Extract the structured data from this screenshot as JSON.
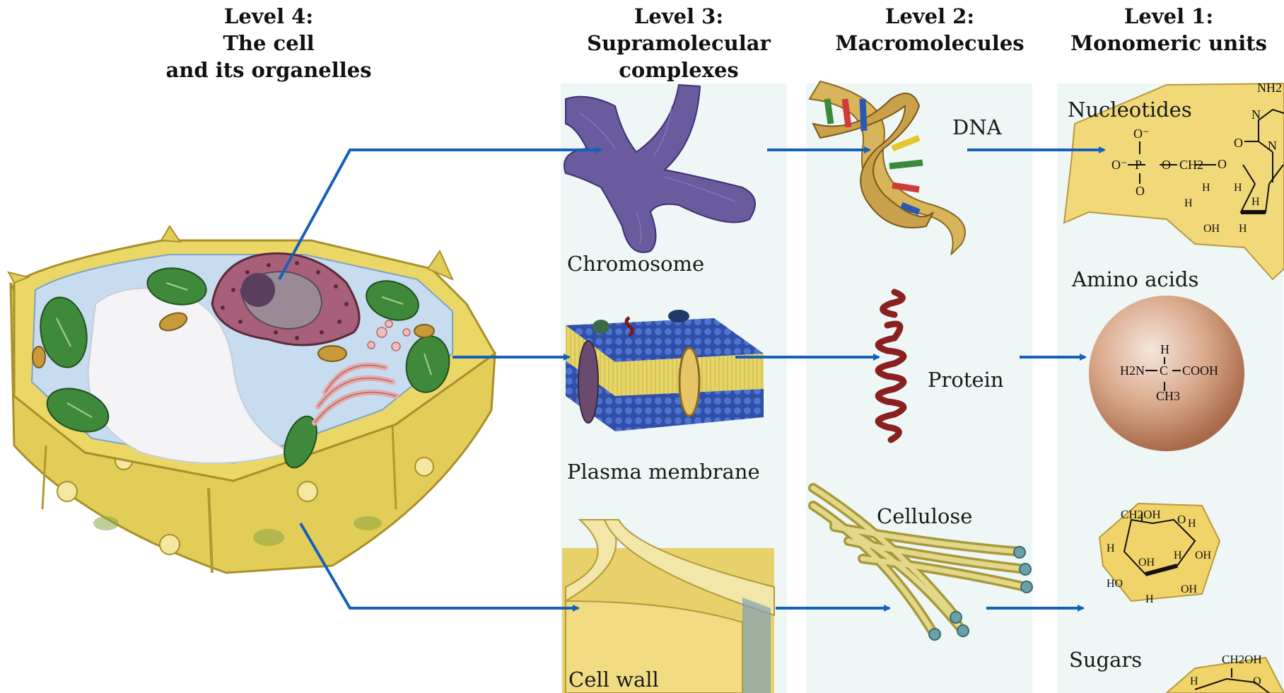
{
  "headers": {
    "level4": [
      "Level 4:",
      "The cell",
      "and its organelles"
    ],
    "level3": [
      "Level 3:",
      "Supramolecular",
      "complexes"
    ],
    "level2": [
      "Level 2:",
      "Macromolecules"
    ],
    "level1": [
      "Level 1:",
      "Monomeric units"
    ]
  },
  "labels": {
    "chromosome": "Chromosome",
    "plasma_membrane": "Plasma membrane",
    "cell_wall": "Cell wall",
    "dna": "DNA",
    "protein": "Protein",
    "cellulose": "Cellulose",
    "nucleotides": "Nucleotides",
    "amino_acids": "Amino acids",
    "sugars": "Sugars"
  },
  "chem": {
    "nh2": "NH2",
    "n": "N",
    "o": "O",
    "o_minus": "O⁻",
    "p": "P",
    "ch2": "CH2",
    "h": "H",
    "oh": "OH",
    "h2n": "H2N",
    "c": "C",
    "cooh": "COOH",
    "ch3": "CH3",
    "ch2oh": "CH2OH",
    "ho": "HO"
  },
  "colors": {
    "arrow": "#1560b8",
    "panel_bg": "#eef6f6",
    "cell_wall": "#e6d25a",
    "chloroplast": "#3f8a3a",
    "nucleus": "#7a4a5a"
  }
}
